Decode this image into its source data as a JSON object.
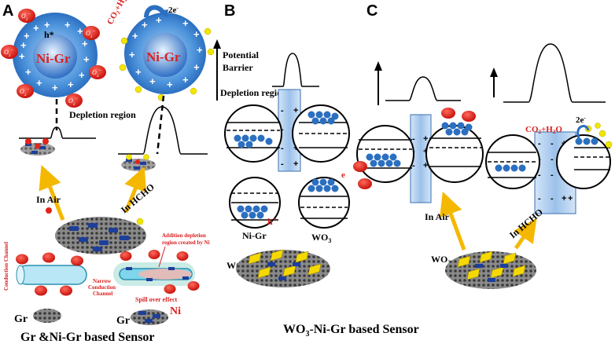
{
  "panels": {
    "a": "A",
    "b": "B",
    "c": "C"
  },
  "panel_a": {
    "particle_label": "Ni-Gr",
    "hole_label": "h*",
    "o2_label": "O",
    "o2_sub": "2",
    "o2_sup": "−",
    "co2_h2o": "CO",
    "co2_rest": "+H",
    "h2o_o": "O",
    "two_e": "2e",
    "e_sup": "-",
    "potential_barrier_1": "Potential",
    "potential_barrier_2": "Barrier",
    "depletion_region": "Depletion region",
    "in_air": "In Air",
    "in_hcho": "In HCHO",
    "conduction_channel": "Conduction Channel",
    "narrow_conduction_1": "Narrow",
    "narrow_conduction_2": "Conduction",
    "narrow_conduction_3": "Channel",
    "addition_depletion_1": "Addition depletion",
    "addition_depletion_2": "region created by Ni",
    "spill_over": "Spill over effect",
    "gr_label": "Gr",
    "ni_label": "Ni",
    "caption": "Gr &Ni-Gr based Sensor"
  },
  "panel_b": {
    "depletion_region": "Depletion region",
    "nigr_label": "Ni-Gr",
    "wo3_label": "WO",
    "wo3_sub": "3",
    "e_label": "e",
    "h_label": "h",
    "caption_wo": "WO",
    "caption_sub": "3",
    "caption_rest": "-Ni-Gr based Sensor"
  },
  "panel_c": {
    "in_air": "In Air",
    "in_hcho": "In HCHO",
    "wo3_label": "WO",
    "wo3_sub": "3"
  },
  "colors": {
    "sphere_blue": "#2f7fd4",
    "o2_red": "#e3241b",
    "arrow_yellow": "#f5b800",
    "ni_red": "#e3241b",
    "dot_yellow": "#f2e600",
    "band_blue": "#a8c8ec"
  }
}
